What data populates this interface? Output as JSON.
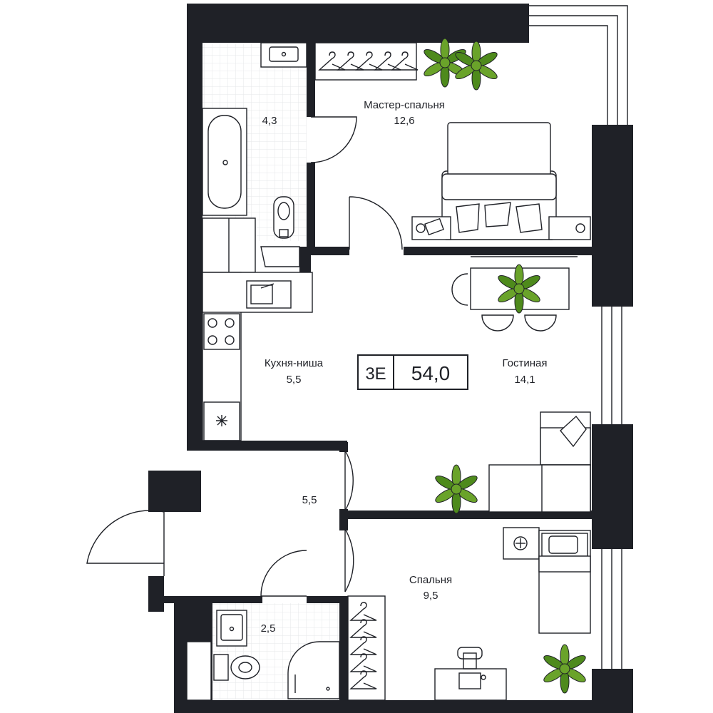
{
  "unit": {
    "type_code": "3E",
    "total_area": "54,0"
  },
  "rooms": {
    "bathroom_main": {
      "area": "4,3"
    },
    "master_bedroom": {
      "name": "Мастер-спальня",
      "area": "12,6"
    },
    "kitchen": {
      "name": "Кухня-ниша",
      "area": "5,5"
    },
    "living_room": {
      "name": "Гостиная",
      "area": "14,1"
    },
    "hallway": {
      "area": "5,5"
    },
    "bedroom": {
      "name": "Спальня",
      "area": "9,5"
    },
    "bathroom_small": {
      "area": "2,5"
    }
  },
  "colors": {
    "wall": "#1f2127",
    "plant": "#6aa32a",
    "tile_grid": "#e6e7e9"
  },
  "icons": [
    "sink-icon",
    "bathtub-icon",
    "toilet-icon",
    "stove-icon",
    "fridge-icon",
    "bed-icon",
    "sofa-icon",
    "table-icon",
    "chair-icon",
    "plant-icon",
    "hanger-icon",
    "shower-icon",
    "washer-icon",
    "desk-icon",
    "door-icon"
  ]
}
